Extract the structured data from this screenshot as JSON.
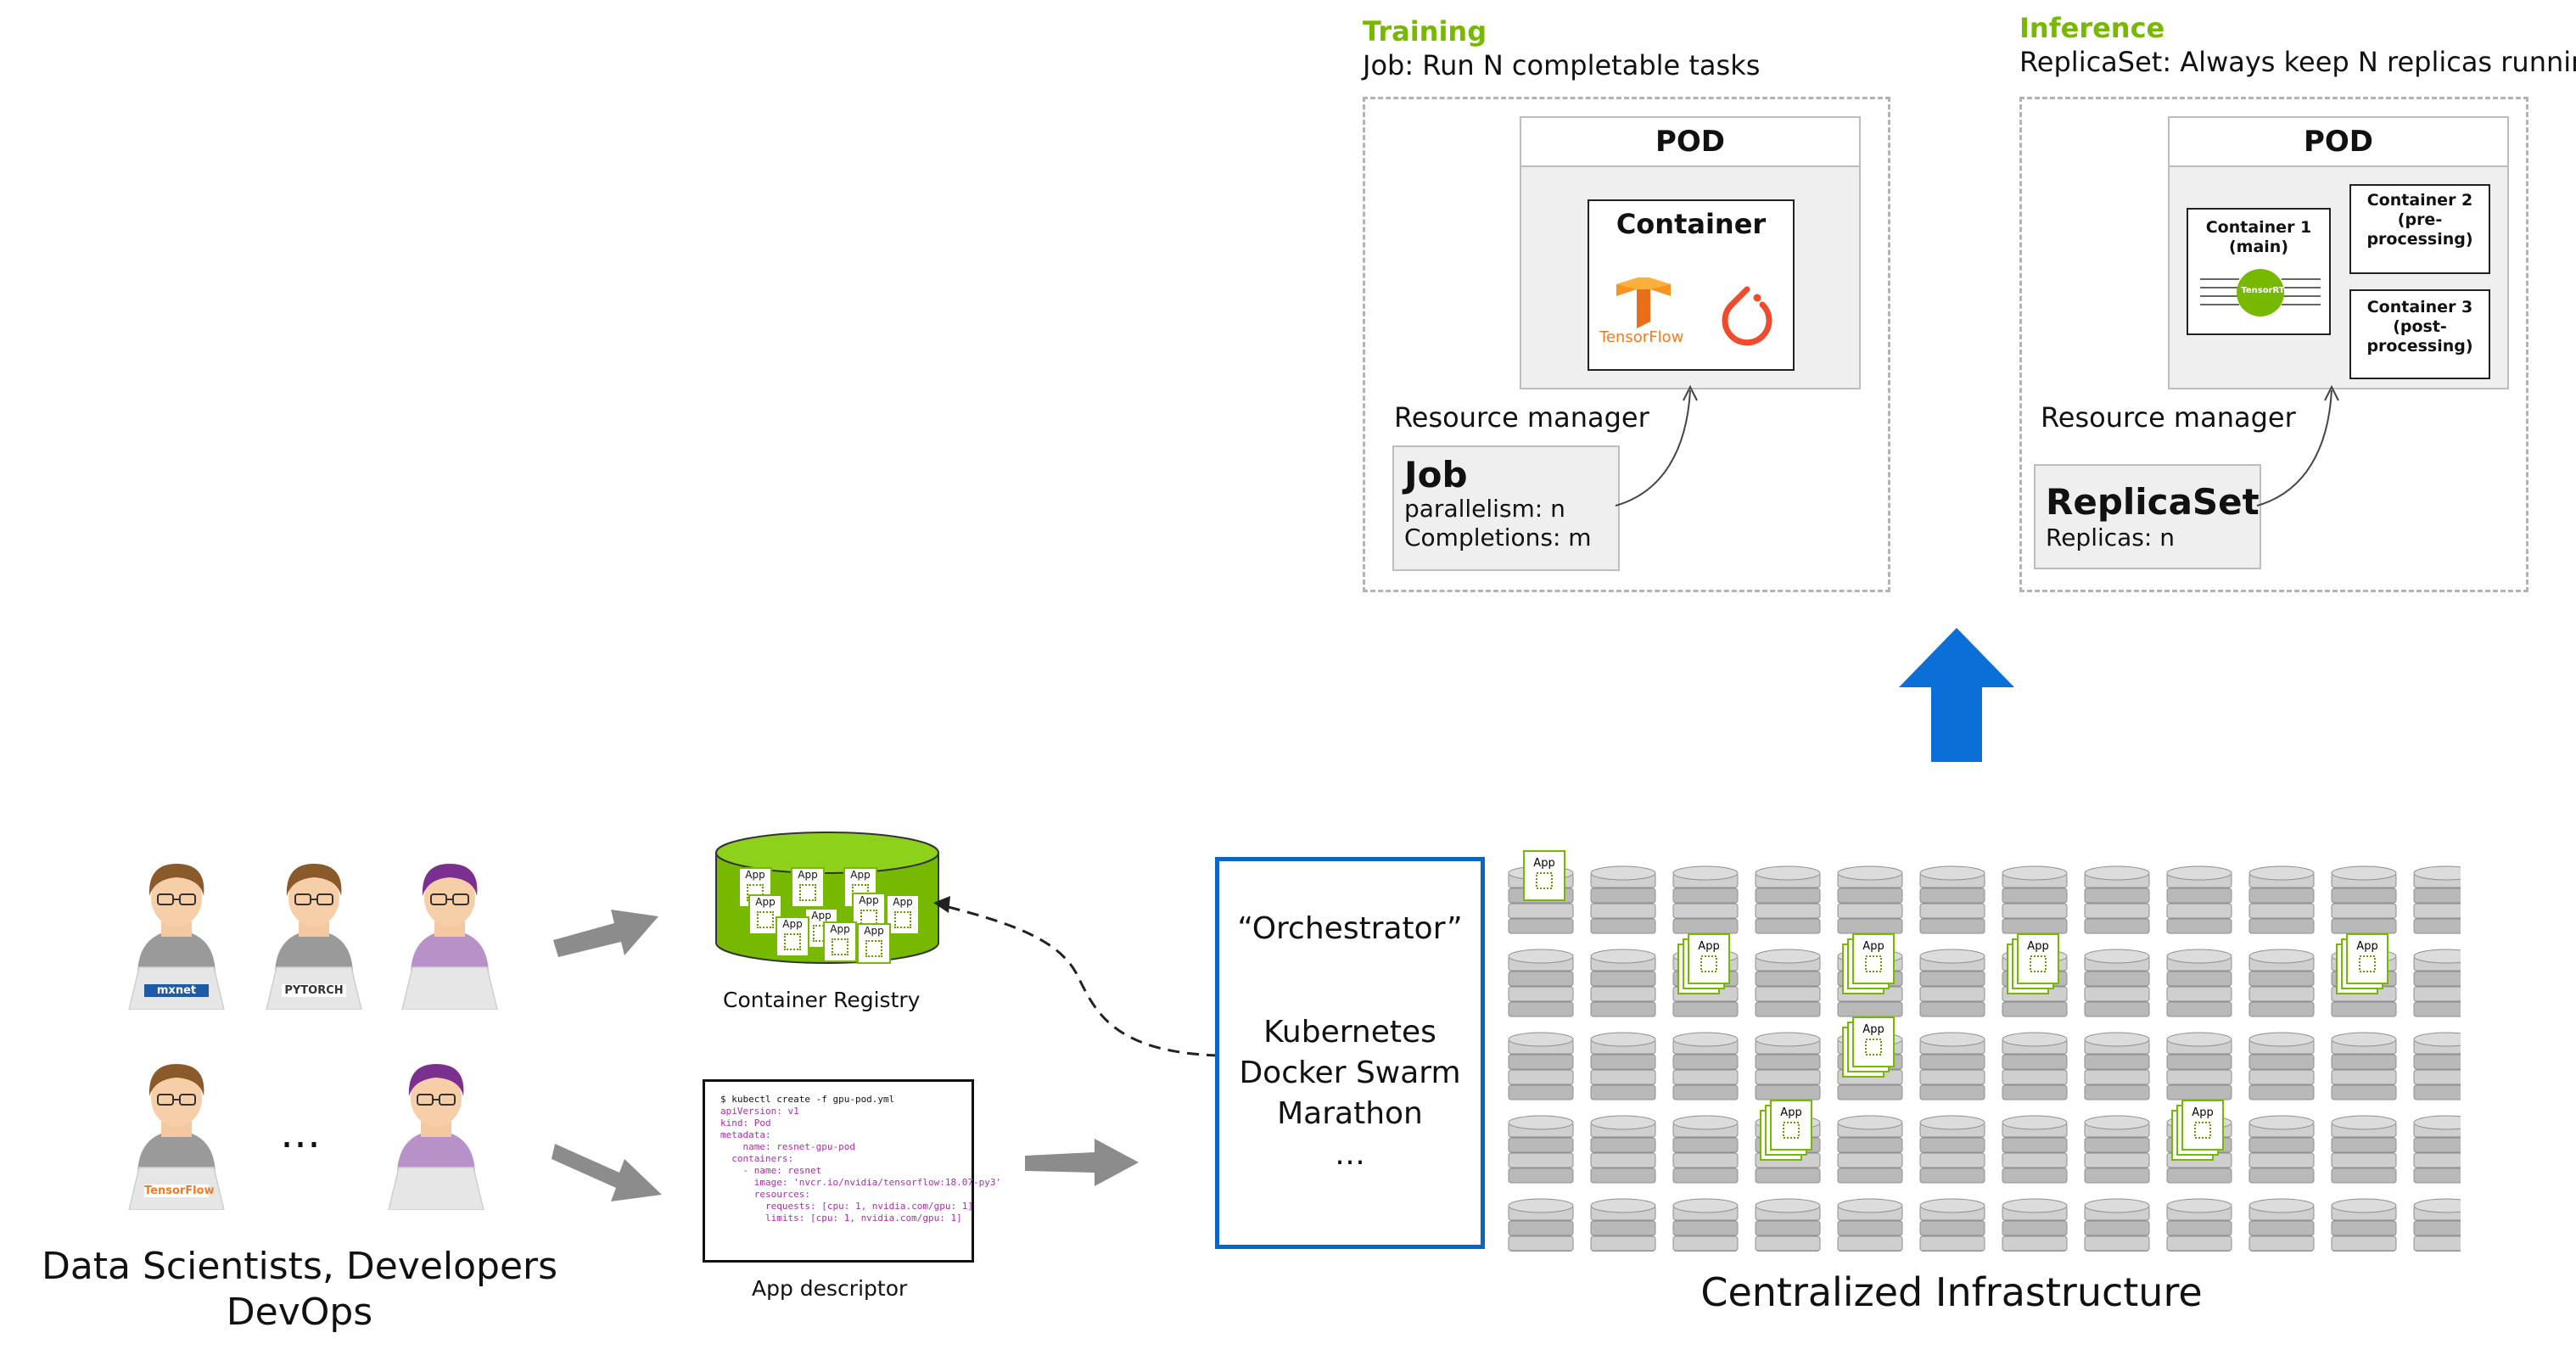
{
  "training": {
    "heading": "Training",
    "subtitle": "Job: Run N completable tasks",
    "pod_label": "POD",
    "container_label": "Container",
    "tensorflow_label": "TensorFlow",
    "resource_manager": "Resource manager",
    "rm_title": "Job",
    "rm_line1": "parallelism: n",
    "rm_line2": "Completions: m"
  },
  "inference": {
    "heading": "Inference",
    "subtitle": "ReplicaSet: Always keep N replicas running",
    "pod_label": "POD",
    "container1_line1": "Container 1",
    "container1_line2": "(main)",
    "tensorrt_label": "TensorRT",
    "container2_line1": "Container 2",
    "container2_line2": "(pre-",
    "container2_line3": "processing)",
    "container3_line1": "Container 3",
    "container3_line2": "(post-",
    "container3_line3": "processing)",
    "resource_manager": "Resource manager",
    "rm_title": "ReplicaSet",
    "rm_line1": "Replicas: n"
  },
  "users": {
    "caption_line1": "Data Scientists, Developers",
    "caption_line2": "DevOps",
    "ellipsis": "…",
    "mxnet_label": "mxnet",
    "pytorch_label": "PYTORCH",
    "tensorflow_label": "TensorFlow"
  },
  "registry": {
    "caption": "Container Registry",
    "app_label": "App"
  },
  "app_descriptor": {
    "caption": "App descriptor",
    "lines": [
      "$ kubectl create -f gpu-pod.yml",
      "",
      "apiVersion: v1",
      "kind: Pod",
      "metadata:",
      "    name: resnet-gpu-pod",
      "",
      "  containers:",
      "    - name: resnet",
      "      image: 'nvcr.io/nvidia/tensorflow:18.07-py3'",
      "      resources:",
      "        requests: [cpu: 1, nvidia.com/gpu: 1]",
      "        limits: [cpu: 1, nvidia.com/gpu: 1]"
    ]
  },
  "orchestrator": {
    "title": "“Orchestrator”",
    "item1": "Kubernetes",
    "item2": "Docker Swarm",
    "item3": "Marathon",
    "item4": "…"
  },
  "infrastructure": {
    "caption": "Centralized Infrastructure",
    "app_label": "App"
  },
  "colors": {
    "nvidia_green": "#76b900",
    "orchestrator_blue": "#0b65c2",
    "arrow_blue": "#0a6fd6",
    "server_gray": "#b9b9b9"
  }
}
